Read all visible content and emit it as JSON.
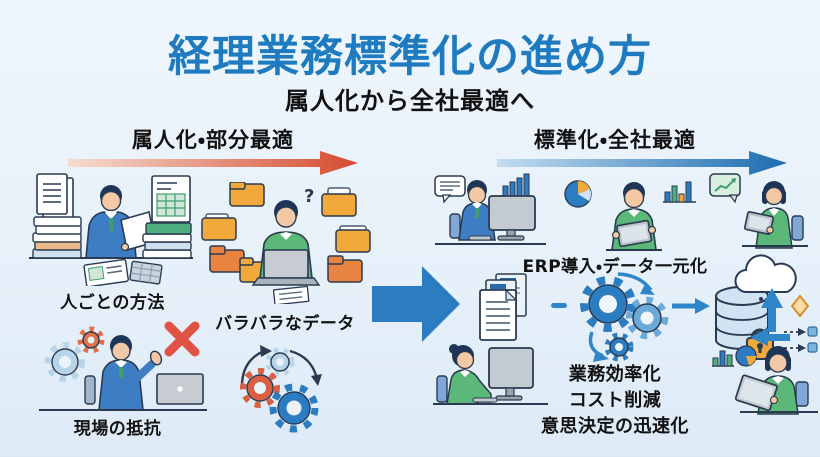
{
  "title": "経理業務標準化の進め方",
  "subtitle": "属人化から全社最適へ",
  "left": {
    "header": "属人化・部分最適",
    "captions": {
      "personal_methods": "人ごとの方法",
      "scattered_data": "バラバラなデータ",
      "field_resistance": "現場の抵抗"
    },
    "icons": {
      "question_mark": "?"
    }
  },
  "right": {
    "header": "標準化・全社最適",
    "erp_caption": "ERP導入・データ一元化",
    "benefits": [
      "業務効率化",
      "コスト削減",
      "意思決定の迅速化"
    ]
  },
  "colors": {
    "title_blue": "#1e7bbf",
    "background_light_blue": "#eaf3fa",
    "red_arrow_start": "#f5ddd0",
    "red_arrow_end": "#d64a30",
    "blue_arrow_start": "#c3ddf0",
    "blue_arrow_end": "#1a6cb0",
    "center_arrow_blue": "#2b7cc0",
    "cross_red": "#e05344",
    "gear_blue": "#2b7cc0",
    "gear_light_blue": "#b8d4e8",
    "gear_red": "#da5f43",
    "folder_orange": "#f2a93b",
    "sweater_green": "#5cb878",
    "suit_blue": "#3d7dc4",
    "lock_orange": "#f2a93b",
    "outline_navy": "#2a3a50"
  }
}
